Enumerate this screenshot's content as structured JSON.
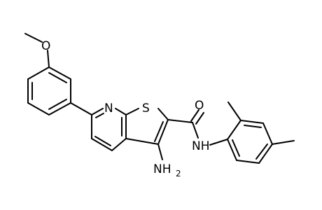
{
  "molecule": {
    "atoms": {
      "methoxy_o": "O",
      "pyridine_n": "N",
      "thiophene_s": "S",
      "carbonyl_o": "O",
      "amide_nh": "NH",
      "amino_n": "NH",
      "amino_h_count": "2"
    }
  }
}
